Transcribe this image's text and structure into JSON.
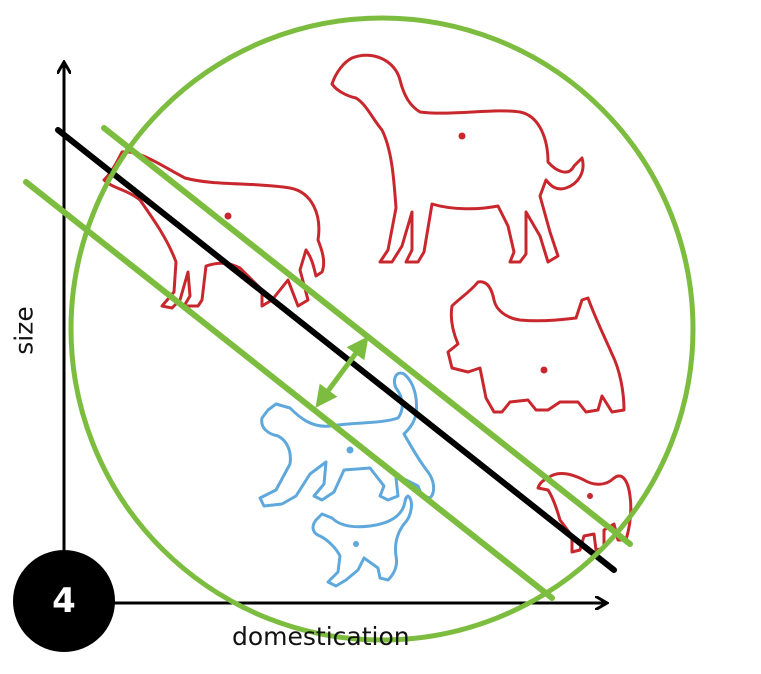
{
  "axes": {
    "y_label": "size",
    "x_label": "domestication"
  },
  "badge": {
    "number": "4"
  },
  "colors": {
    "axis": "#000000",
    "boundary": "#000000",
    "margin": "#7cbd3f",
    "dog_class": "#c8282d",
    "cat_class": "#5fa8dc",
    "badge_bg": "#000000",
    "badge_text": "#ffffff"
  },
  "icons": {
    "dogs": [
      "dog-silhouette-large",
      "dog-silhouette-standing",
      "scottie-dog-silhouette",
      "small-dog-silhouette"
    ],
    "cats": [
      "cat-silhouette-large",
      "cat-silhouette-small"
    ],
    "margin_arrow": "double-arrow-icon",
    "circle": "highlight-circle"
  }
}
